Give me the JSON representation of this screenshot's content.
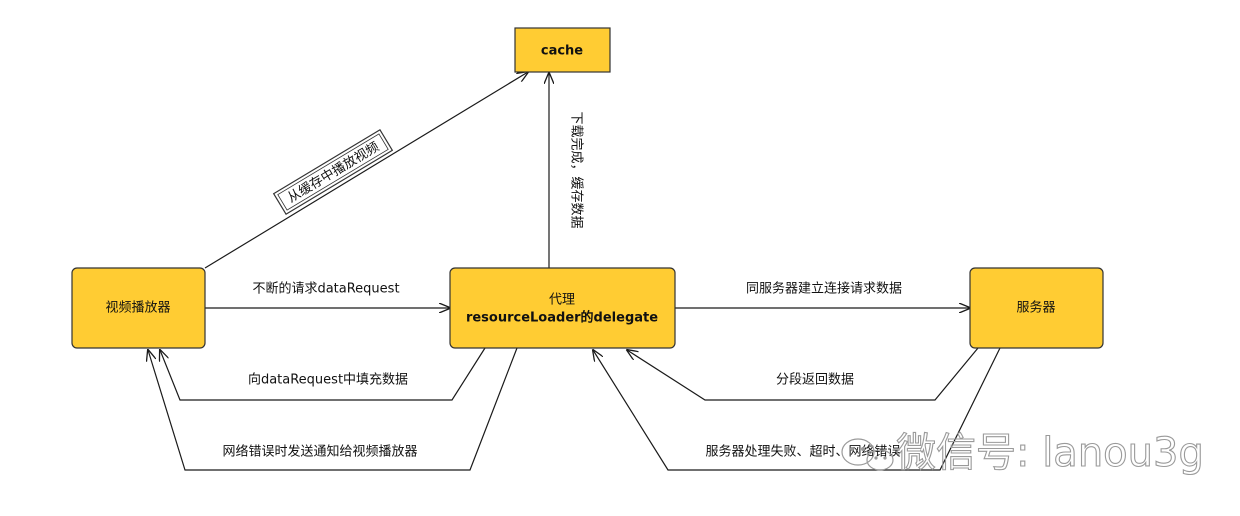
{
  "colors": {
    "node_fill": "#FFCC33",
    "node_stroke": "#333333",
    "edge": "#1a1a1a",
    "watermark": "#9a9a9a"
  },
  "nodes": {
    "cache": "cache",
    "player": "视频播放器",
    "proxy_line1": "代理",
    "proxy_line2": "resourceLoader的delegate",
    "server": "服务器"
  },
  "edges": {
    "play_from_cache": "从缓存中播放视频",
    "download_done_cache": "下载完成，缓存数据",
    "continuous_request": "不断的请求dataRequest",
    "fill_data": "向dataRequest中填充数据",
    "network_error_notify": "网络错误时发送通知给视频播放器",
    "connect_server": "同服务器建立连接请求数据",
    "return_segments": "分段返回数据",
    "server_failure": "服务器处理失败、超时、网络错误"
  },
  "watermark": {
    "text": "微信号: lanou3g",
    "icon": "wechat-icon"
  }
}
